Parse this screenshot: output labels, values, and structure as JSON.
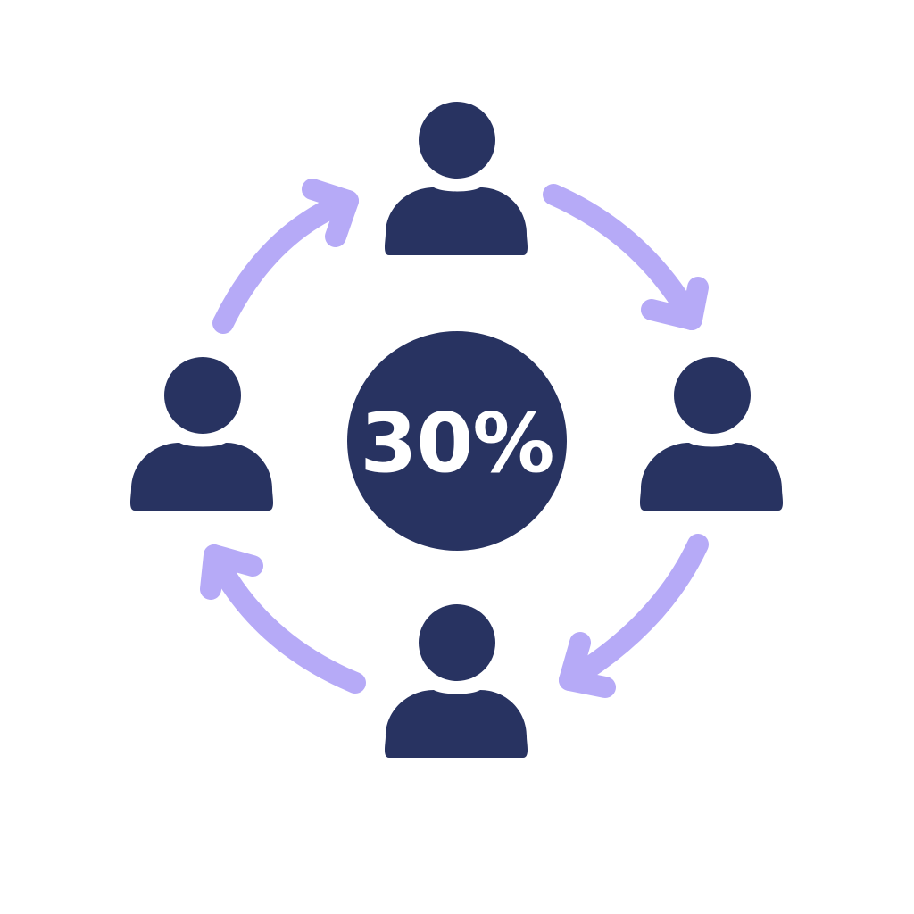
{
  "colors": {
    "primary": "#283361",
    "accent": "#b6aaf7",
    "background": "#ffffff",
    "label": "#ffffff"
  },
  "center": {
    "label": "30%"
  },
  "people": [
    {
      "position": "top",
      "icon": "person-icon"
    },
    {
      "position": "right",
      "icon": "person-icon"
    },
    {
      "position": "bottom",
      "icon": "person-icon"
    },
    {
      "position": "left",
      "icon": "person-icon"
    }
  ],
  "arrows": {
    "direction": "clockwise",
    "icon": "curved-arrow-icon",
    "count": 4
  }
}
